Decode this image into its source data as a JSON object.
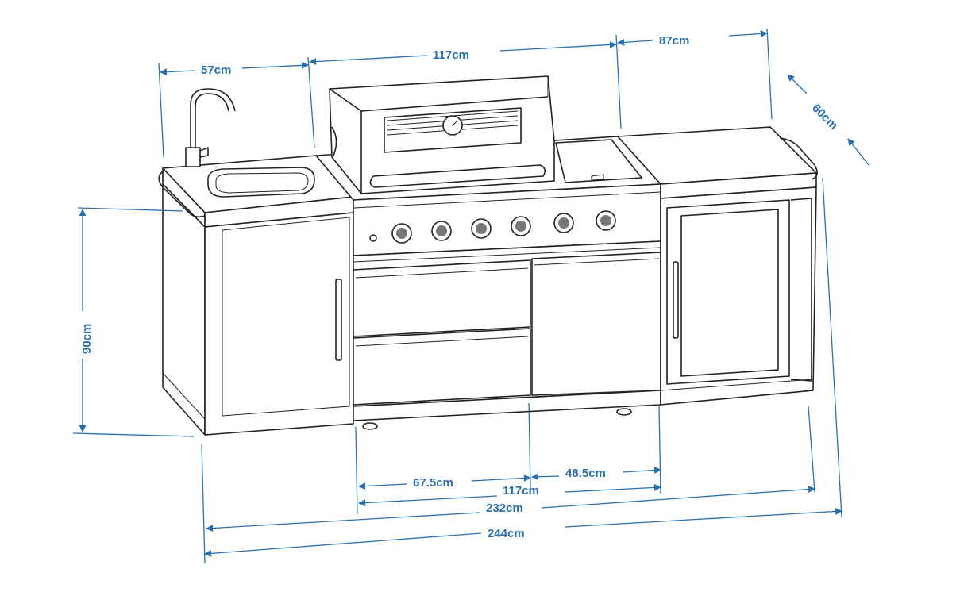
{
  "colors": {
    "dimension": "#2a6fb0",
    "outline": "#222222",
    "background": "#ffffff"
  },
  "dimensions": {
    "sink_width": "57cm",
    "grill_top_width": "117cm",
    "fridge_top_width": "87cm",
    "depth": "60cm",
    "height": "90cm",
    "drawer_width": "67.5cm",
    "cabinet_width": "48.5cm",
    "grill_base_width": "117cm",
    "overall_base_width": "232cm",
    "total_width": "244cm"
  }
}
